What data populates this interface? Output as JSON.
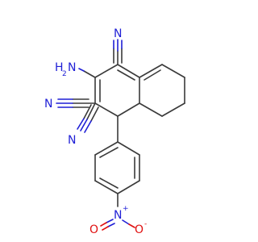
{
  "molecule": {
    "atoms": {
      "n_top": "N",
      "nh2_n": "N",
      "nh2_h": "H",
      "nh2_sub": "2",
      "n_left": "N",
      "n_mid": "N",
      "nitro_n": "N",
      "nitro_plus": "+",
      "o_left": "O",
      "o_right": "O",
      "o_minus": "-"
    },
    "colors": {
      "carbon": "#3a3a3a",
      "nitrogen": "#1f1fd6",
      "oxygen": "#e01010"
    }
  }
}
